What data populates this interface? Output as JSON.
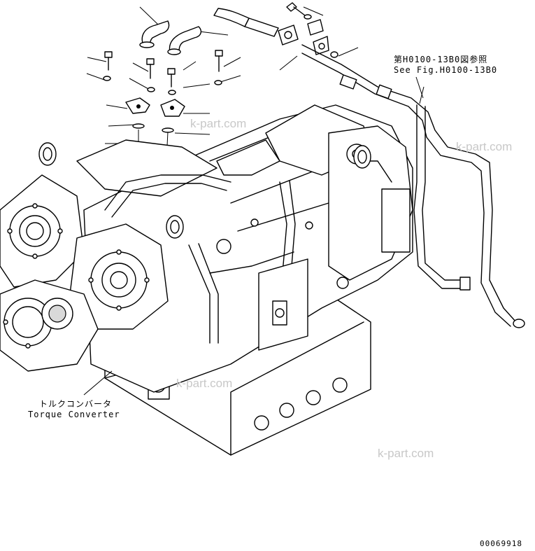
{
  "references": {
    "jp": "第H0100-13B0図参照",
    "en": "See Fig.H0100-13B0"
  },
  "labels": {
    "tc_jp": "トルクコンバータ",
    "tc_en": "Torque Converter"
  },
  "watermark": "k-part.com",
  "drawing_number": "00069918"
}
